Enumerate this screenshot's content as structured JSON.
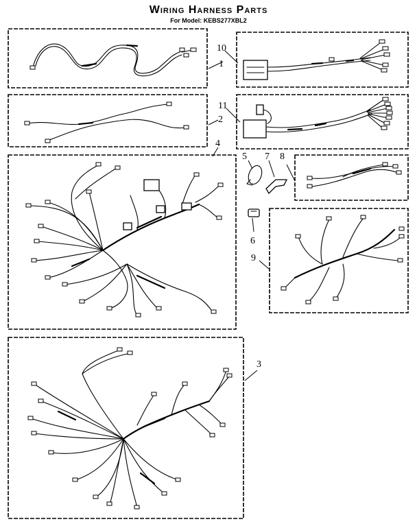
{
  "title": "Wiring Harness Parts",
  "subtitle": "For Model: KEBS277XBL2",
  "callouts": [
    {
      "id": "1",
      "label": "1"
    },
    {
      "id": "2",
      "label": "2"
    },
    {
      "id": "3",
      "label": "3"
    },
    {
      "id": "4",
      "label": "4"
    },
    {
      "id": "5",
      "label": "5"
    },
    {
      "id": "6",
      "label": "6"
    },
    {
      "id": "7",
      "label": "7"
    },
    {
      "id": "8",
      "label": "8"
    },
    {
      "id": "9",
      "label": "9"
    },
    {
      "id": "10",
      "label": "10"
    },
    {
      "id": "11",
      "label": "11"
    }
  ]
}
